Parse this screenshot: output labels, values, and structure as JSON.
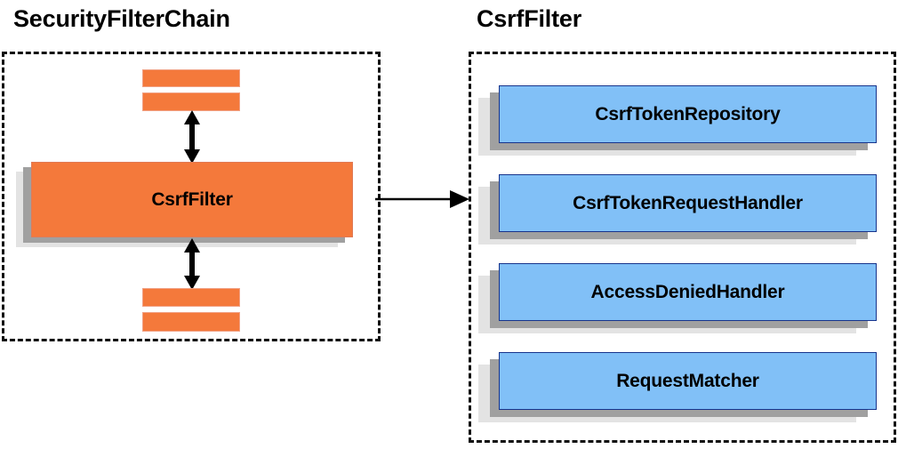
{
  "diagram": {
    "type": "component-relationship-diagram",
    "background_color": "#ffffff",
    "panels": [
      {
        "id": "security-filter-chain",
        "title": "SecurityFilterChain",
        "border_style": "dashed",
        "border_color": "#111111",
        "main_box": {
          "label": "CsrfFilter",
          "fill_color": "#f4793b",
          "has_drop_shadow": true
        },
        "filler_bars": {
          "count": 4,
          "fill_color": "#f4793b",
          "positions": [
            "above",
            "above",
            "below",
            "below"
          ]
        },
        "connectors": [
          {
            "id": "up-arrow",
            "direction": "bidirectional",
            "orientation": "vertical"
          },
          {
            "id": "down-arrow",
            "direction": "bidirectional",
            "orientation": "vertical"
          }
        ]
      },
      {
        "id": "csrf-filter",
        "title": "CsrfFilter",
        "border_style": "dashed",
        "border_color": "#111111",
        "collaborators": [
          {
            "label": "CsrfTokenRepository",
            "fill_color": "#81c0f7",
            "border_color": "#17348c"
          },
          {
            "label": "CsrfTokenRequestHandler",
            "fill_color": "#81c0f7",
            "border_color": "#17348c"
          },
          {
            "label": "AccessDeniedHandler",
            "fill_color": "#81c0f7",
            "border_color": "#17348c"
          },
          {
            "label": "RequestMatcher",
            "fill_color": "#81c0f7",
            "border_color": "#17348c"
          }
        ]
      }
    ],
    "cross_panel_connector": {
      "id": "expand-arrow",
      "from": "security-filter-chain",
      "to": "csrf-filter",
      "direction": "unidirectional",
      "orientation": "horizontal",
      "color": "#000000"
    },
    "shadow_colors": {
      "dark": "#a0a0a0",
      "light": "#e3e3e3"
    }
  }
}
